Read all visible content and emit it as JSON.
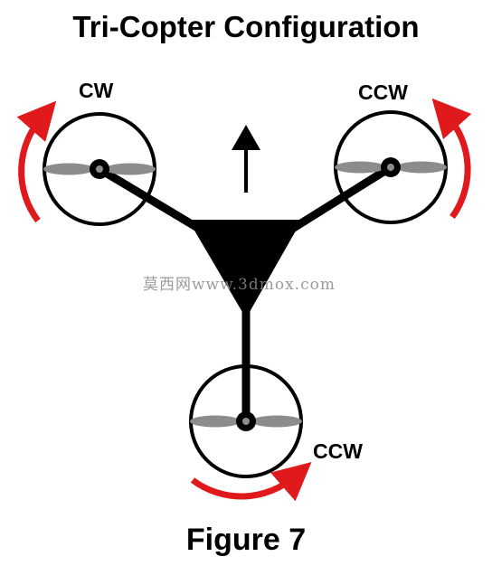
{
  "title": "Tri-Copter Configuration",
  "caption": "Figure 7",
  "motors": {
    "front_left": {
      "direction": "CW"
    },
    "front_right": {
      "direction": "CCW"
    },
    "rear": {
      "direction": "CCW"
    }
  },
  "watermark": "莫西网www.3dmox.com",
  "colors": {
    "arrow": "#e0191c",
    "frame": "#000000",
    "propeller": "#8c8c8c"
  },
  "icons": {
    "forward": "up-arrow-icon",
    "rotation": "curved-arrow-icon"
  }
}
